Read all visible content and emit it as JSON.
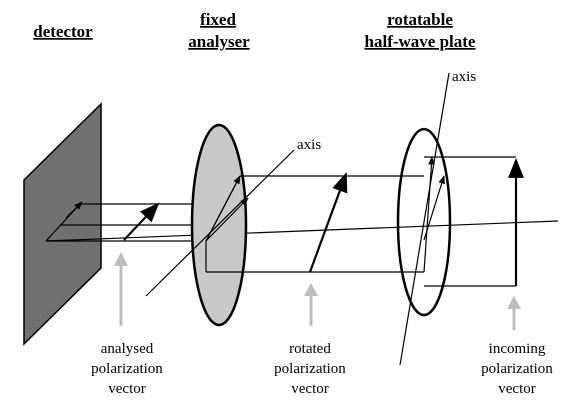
{
  "headers": {
    "detector": "detector",
    "analyser": [
      "fixed",
      "analyser"
    ],
    "plate": [
      "rotatable",
      "half-wave plate"
    ]
  },
  "axis_labels": {
    "analyser_axis": "axis",
    "plate_axis": "axis"
  },
  "captions": {
    "analysed": [
      "analysed",
      "polarization",
      "vector"
    ],
    "rotated": [
      "rotated",
      "polarization",
      "vector"
    ],
    "incoming": [
      "incoming",
      "polarization",
      "vector"
    ]
  },
  "colors": {
    "detector_fill": "#707070",
    "analyser_fill": "#c8c8c8",
    "caption_arrow": "#bdbdbd"
  }
}
